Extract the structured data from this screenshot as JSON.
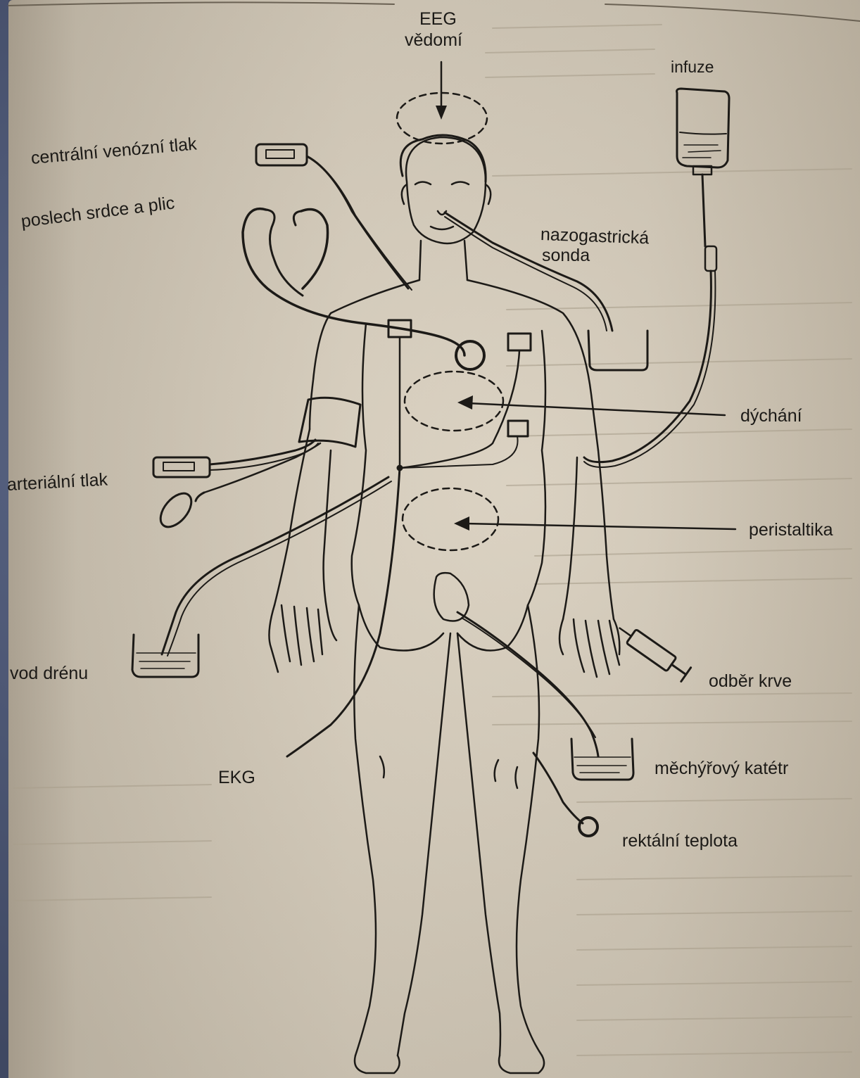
{
  "labels": {
    "eeg": "EEG",
    "vedomi": "vědomí",
    "infuze": "infuze",
    "cvt": "centrální venózní tlak",
    "poslech": "poslech srdce a plic",
    "nazogastricka": "nazogastrická",
    "sonda": "sonda",
    "dychani": "dýchání",
    "arterialni": "arteriální tlak",
    "peristaltika": "peristaltika",
    "vod_drenu": "vod drénu",
    "odber": "odběr krve",
    "ekg": "EKG",
    "katetr": "měchýřový katétr",
    "teplota": "rektální teplota"
  },
  "colors": {
    "slide_background": "#4a5471",
    "paper": "#d4cab8",
    "ink": "#1c1a17"
  }
}
